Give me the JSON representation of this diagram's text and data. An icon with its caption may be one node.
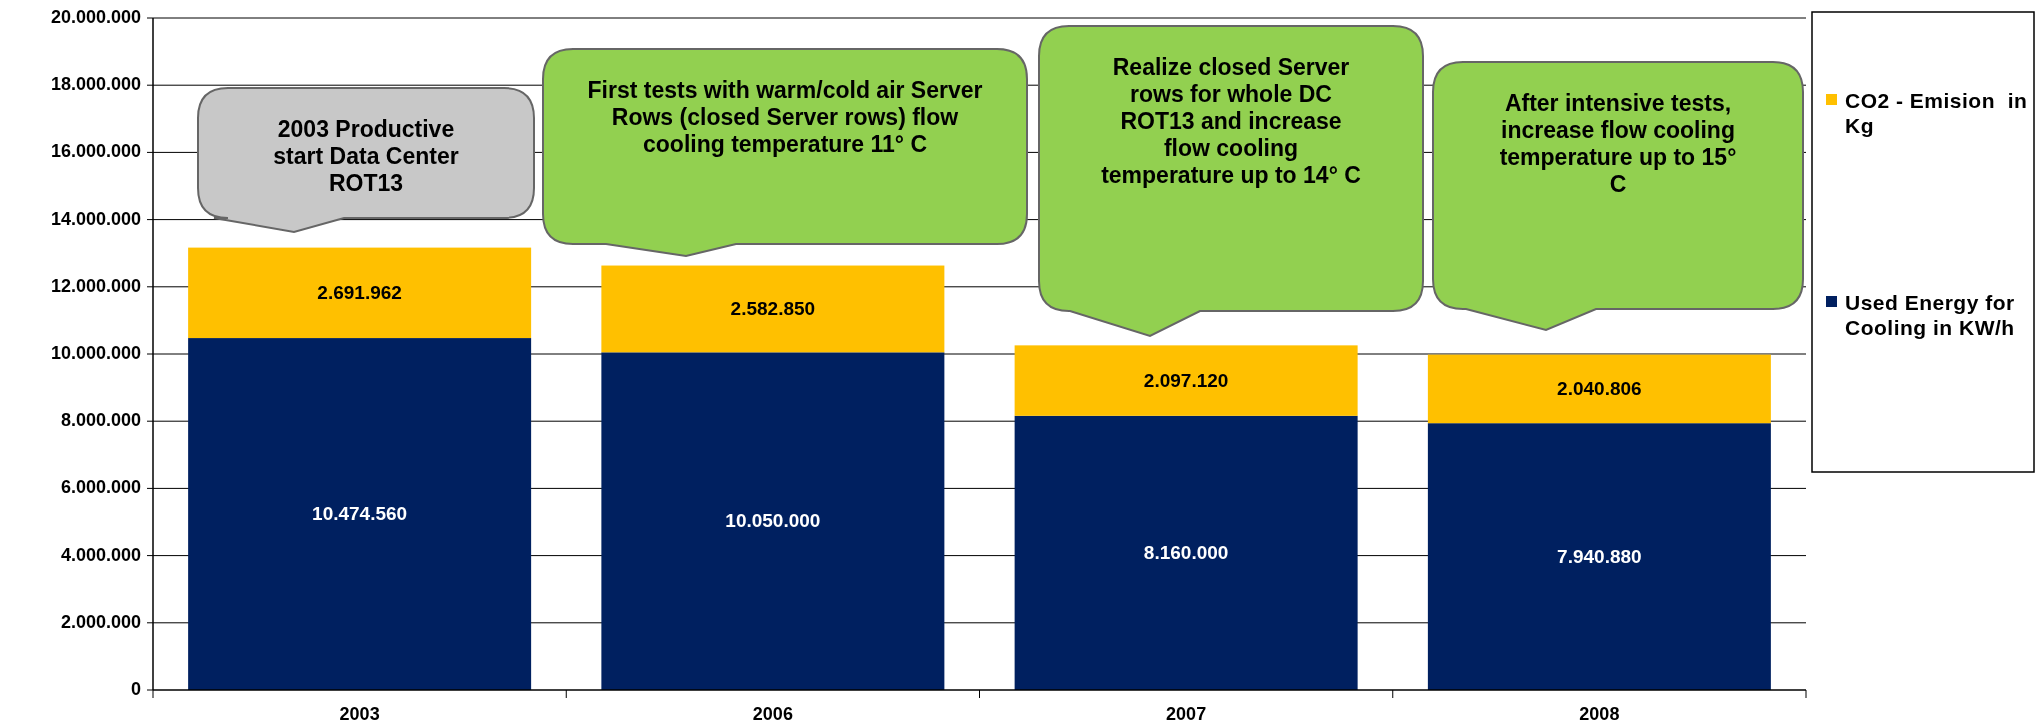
{
  "diagram": {
    "nodes": [
      {
        "text": [
          "2003 Productive start Data Center ROT13"
        ]
      },
      {
        "text": [
          "First tests with warm/cold air Server Rows (closed Server rows) flow cooling temperature 11° C"
        ]
      },
      {
        "text": [
          "Realize closed Server rows for whole DC ROT13 and increase flow cooling temperature up to 14° C"
        ]
      },
      {
        "text": [
          "After intensive tests, increase flow cooling temperature up to 15° C"
        ]
      }
    ],
    "legend": [
      {
        "text": "CO2 - Emision  in Kg",
        "color": "#ffc000"
      },
      {
        "text": "Used Energy for Cooling in KW/h",
        "color": "#002060"
      }
    ],
    "chart_data": {
      "type": "bar",
      "stacked": true,
      "grid": true,
      "value_labels": [
        [
          "10.474.560",
          "10.050.000",
          "8.160.000",
          "7.940.880"
        ],
        [
          "2.691.962",
          "2.582.850",
          "2.097.120",
          "2.040.806"
        ]
      ],
      "categories": [
        "2003",
        "2006",
        "2007",
        "2008"
      ],
      "series": [
        {
          "color": "#002060",
          "values": [
            10474560,
            10050000,
            8160000,
            7940880
          ]
        },
        {
          "color": "#ffc000",
          "values": [
            2691962,
            2582850,
            2097120,
            2040806
          ]
        }
      ],
      "ylim": [
        0,
        20000000
      ],
      "yticks": [
        {
          "value": 0,
          "label": "0"
        },
        {
          "value": 2000000,
          "label": "2.000.000"
        },
        {
          "value": 4000000,
          "label": "4.000.000"
        },
        {
          "value": 6000000,
          "label": "6.000.000"
        },
        {
          "value": 8000000,
          "label": "8.000.000"
        },
        {
          "value": 10000000,
          "label": "10.000.000"
        },
        {
          "value": 12000000,
          "label": "12.000.000"
        },
        {
          "value": 14000000,
          "label": "14.000.000"
        },
        {
          "value": 16000000,
          "label": "16.000.000"
        },
        {
          "value": 18000000,
          "label": "18.000.000"
        },
        {
          "value": 20000000,
          "label": "20.000.000"
        }
      ]
    }
  }
}
